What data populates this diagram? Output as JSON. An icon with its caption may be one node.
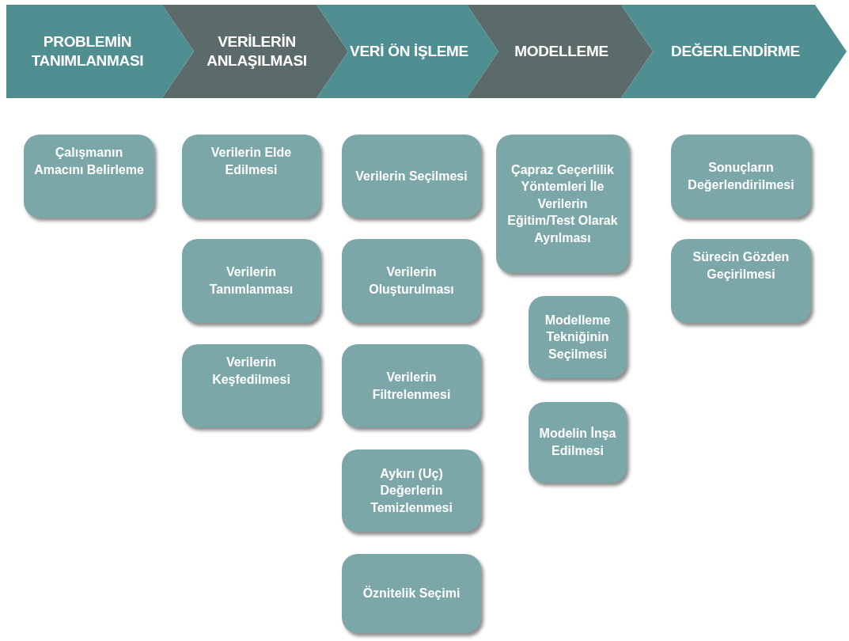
{
  "diagram": {
    "nodes": [
      {
        "text": [
          "PROBLEMİN TANIMLANMASI"
        ]
      },
      {
        "text": [
          "VERİLERİN ANLAŞILMASI"
        ]
      },
      {
        "text": [
          "VERİ ÖN İŞLEME"
        ]
      },
      {
        "text": [
          "MODELLEME"
        ]
      },
      {
        "text": [
          "DEĞERLENDİRME"
        ]
      },
      {
        "text": [
          "Çalışmanın Amacını Belirleme"
        ]
      },
      {
        "text": [
          "Verilerin Elde Edilmesi"
        ]
      },
      {
        "text": [
          "Verilerin Seçilmesi"
        ]
      },
      {
        "text": [
          "Çapraz Geçerlilik Yöntemleri İle Verilerin Eğitim/Test Olarak Ayrılması"
        ]
      },
      {
        "text": [
          "Sonuçların Değerlendirilmesi"
        ]
      },
      {
        "text": [
          "Verilerin Tanımlanması"
        ]
      },
      {
        "text": [
          "Verilerin Oluşturulması"
        ]
      },
      {
        "text": [
          "Sürecin Gözden Geçirilmesi"
        ]
      },
      {
        "text": [
          "Modelleme Tekniğinin Seçilmesi"
        ]
      },
      {
        "text": [
          "Verilerin Keşfedilmesi"
        ]
      },
      {
        "text": [
          "Verilerin Filtrelenmesi"
        ]
      },
      {
        "text": [
          "Modelin İnşa Edilmesi"
        ]
      },
      {
        "text": [
          "Aykırı (Uç) Değerlerin Temizlenmesi"
        ]
      },
      {
        "text": [
          "Öznitelik Seçimi"
        ]
      }
    ]
  }
}
